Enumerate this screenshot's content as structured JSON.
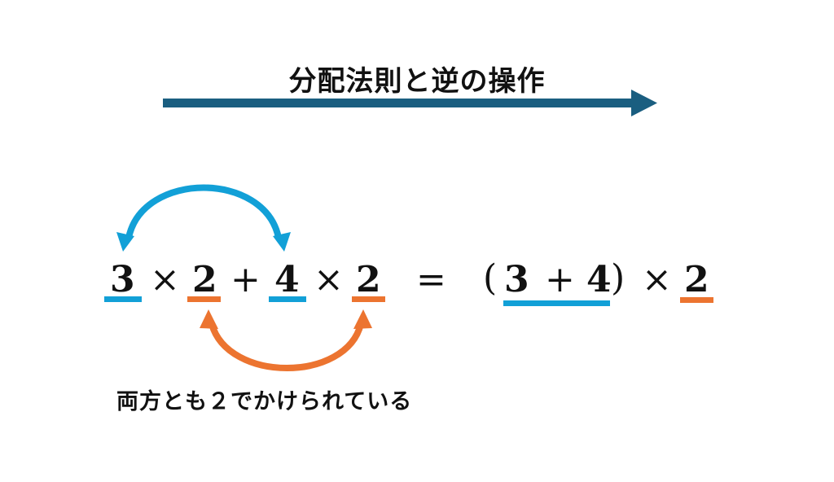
{
  "title": "分配法則と逆の操作",
  "colors": {
    "arrow": "#1a5e80",
    "blue": "#12a0d7",
    "orange": "#ec7430",
    "text": "#111111"
  },
  "equation": {
    "left": {
      "term1": {
        "a": "3",
        "times": "×",
        "b": "2"
      },
      "plus": "+",
      "term2": {
        "a": "4",
        "times": "×",
        "b": "2"
      }
    },
    "equals": "=",
    "right": {
      "open_paren": "(",
      "a": "3",
      "plus": "+",
      "b": "4",
      "close_paren": ")",
      "times": "×",
      "factor": "2"
    }
  },
  "caption": "両方とも２でかけられている",
  "arrows": {
    "direction_arrow": "right-arrow",
    "top_arc": "blue-double-arrow",
    "bottom_arc": "orange-double-arrow"
  }
}
